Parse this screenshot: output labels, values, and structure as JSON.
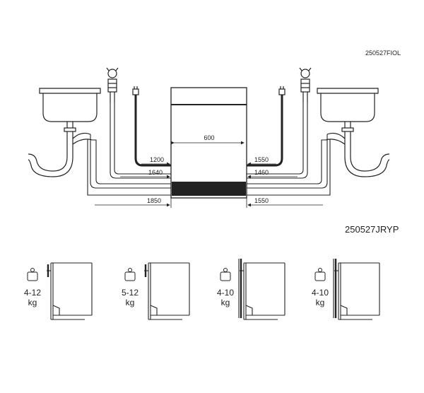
{
  "codes": {
    "top": "250527FIOL",
    "middle": "250527JRYP"
  },
  "dimensions": {
    "width": "600",
    "left": [
      "1200",
      "1640",
      "1850"
    ],
    "right": [
      "1550",
      "1460",
      "1550"
    ]
  },
  "loads": [
    {
      "range": "4-12",
      "unit": "kg"
    },
    {
      "range": "5-12",
      "unit": "kg"
    },
    {
      "range": "4-10",
      "unit": "kg"
    },
    {
      "range": "4-10",
      "unit": "kg"
    }
  ]
}
